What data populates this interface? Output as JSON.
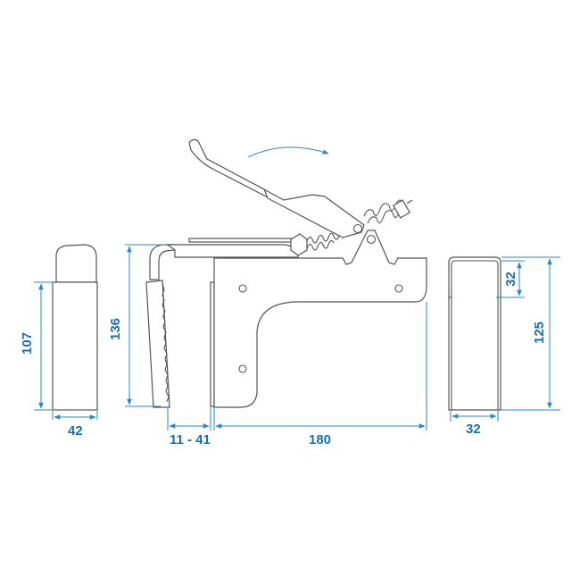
{
  "diagram": {
    "title": "Clamp / lever bracket technical drawing with dimensions",
    "units": "mm",
    "colors": {
      "outline": "#555555",
      "dimension": "#2a88c8",
      "dimension_text": "#1a6fb3",
      "background": "#ffffff"
    },
    "parts": {
      "left_block": {
        "height_label": "107",
        "width_label": "42"
      },
      "main_clamp": {
        "height_label": "136",
        "jaw_opening_label": "11 - 41",
        "length_label": "180",
        "rotation_arrow": "clockwise-lever-arrow"
      },
      "right_channel": {
        "top_offset_label": "32",
        "height_label": "125",
        "width_label": "32"
      }
    }
  }
}
